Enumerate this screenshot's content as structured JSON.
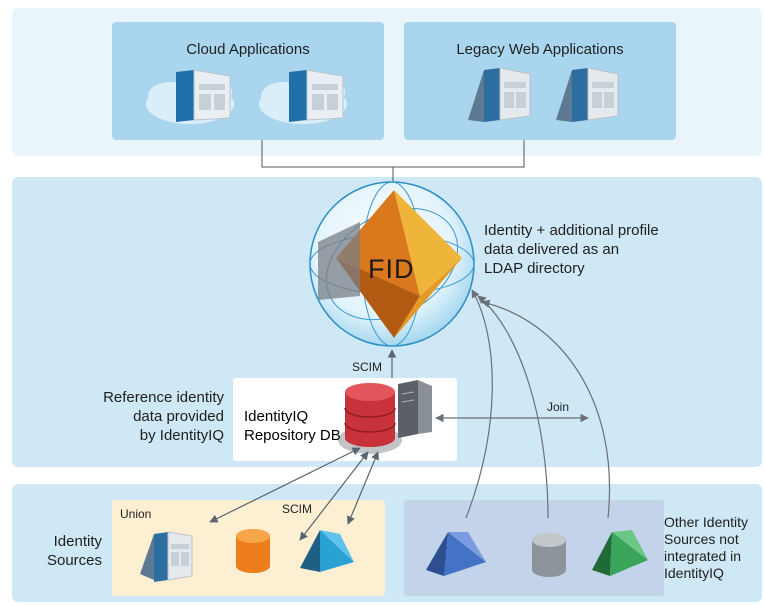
{
  "top": {
    "cloud_title": "Cloud Applications",
    "legacy_title": "Legacy Web Applications"
  },
  "fid": {
    "label": "FID",
    "description": [
      "Identity + additional profile",
      "data delivered as an",
      "LDAP directory"
    ]
  },
  "repository": {
    "title": [
      "IdentityIQ",
      "Repository DB"
    ],
    "note": [
      "Reference identity",
      "data provided",
      "by IdentityIQ"
    ],
    "scim_up": "SCIM",
    "join": "Join"
  },
  "sources": {
    "label": [
      "Identity",
      "Sources"
    ],
    "union": "Union",
    "scim": "SCIM",
    "other": [
      "Other Identity",
      "Sources not",
      "integrated in",
      "IdentityIQ"
    ]
  },
  "colors": {
    "band": "#cfe8f5",
    "top_band": "#eaf5fb",
    "app_panel": "#a9d6ee",
    "union_panel": "#fdefd2",
    "other_panel": "#c3d4ea",
    "fid_gold": "#e5a21d",
    "db_red": "#d33a3f",
    "orange": "#f08a1e",
    "teal": "#2aa1d3",
    "blue": "#4472c4",
    "gray": "#9aa0a6",
    "green": "#3aa55a"
  }
}
